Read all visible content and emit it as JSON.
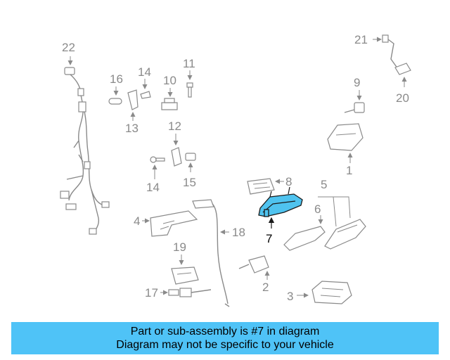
{
  "callouts": {
    "n1": "1",
    "n2": "2",
    "n3": "3",
    "n4": "4",
    "n5": "5",
    "n6": "6",
    "n7": "7",
    "n8": "8",
    "n9": "9",
    "n10": "10",
    "n11": "11",
    "n12": "12",
    "n13": "13",
    "n14a": "14",
    "n14b": "14",
    "n15": "15",
    "n16": "16",
    "n17": "17",
    "n18": "18",
    "n19": "19",
    "n20": "20",
    "n21": "21",
    "n22": "22"
  },
  "highlight_color": "#4fc3ef",
  "banner": {
    "line1": "Part or sub-assembly is #7 in diagram",
    "line2": "Diagram may not be specific to your vehicle",
    "color": "#4fc3f7"
  }
}
